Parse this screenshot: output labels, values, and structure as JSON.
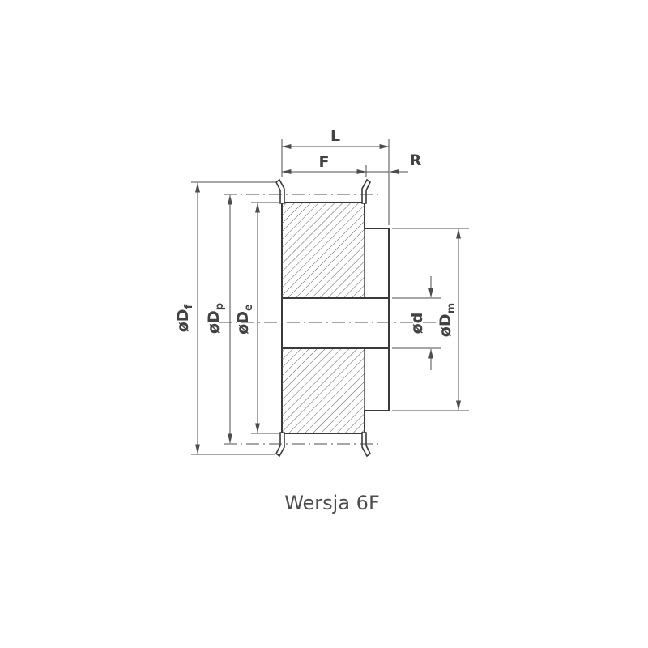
{
  "caption": "Wersja 6F",
  "dim_labels": {
    "L": "L",
    "F": "F",
    "R": "R",
    "Df": {
      "main": "øD",
      "sub": "f"
    },
    "Dp": {
      "main": "øD",
      "sub": "p"
    },
    "De": {
      "main": "øD",
      "sub": "e"
    },
    "d": {
      "main": "ød",
      "sub": ""
    },
    "Dm": {
      "main": "øD",
      "sub": "m"
    }
  },
  "colors": {
    "background": "#ffffff",
    "part_outline": "#3a3a3a",
    "hatch": "#5f5f5f",
    "dimension_lines": "#4d4d4d",
    "label_text": "#424242",
    "caption_text": "#4c4c4c"
  }
}
